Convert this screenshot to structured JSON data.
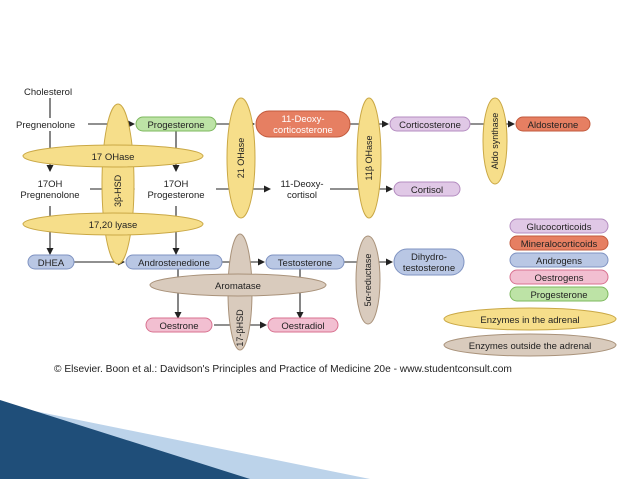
{
  "colors": {
    "glucocorticoid": "#e0c8e6",
    "glucocorticoid_border": "#b48cc0",
    "mineralocorticoid": "#e67f62",
    "mineralocorticoid_border": "#c25a3c",
    "androgen": "#b9c7e4",
    "androgen_border": "#7f93c2",
    "oestrogen": "#f2bfd1",
    "oestrogen_border": "#d8708f",
    "progesterone": "#bde3a6",
    "progesterone_border": "#7db85e",
    "adrenal_enzyme": "#f6de8a",
    "adrenal_enzyme_border": "#caa845",
    "outside_enzyme": "#d9cbbd",
    "outside_enzyme_border": "#a9927a",
    "slide_blue": "#1f4e79",
    "slide_light_blue": "#bcd3ea"
  },
  "compounds": {
    "cholesterol": "Cholesterol",
    "pregnenolone": "Pregnenolone",
    "progesterone": "Progesterone",
    "deoxycorticosterone_1": "11-Deoxy-",
    "deoxycorticosterone_2": "corticosterone",
    "corticosterone": "Corticosterone",
    "aldosterone": "Aldosterone",
    "oh_pregnenolone_1": "17OH",
    "oh_pregnenolone_2": "Pregnenolone",
    "oh_progesterone_1": "17OH",
    "oh_progesterone_2": "Progesterone",
    "deoxycortisol_1": "11-Deoxy-",
    "deoxycortisol_2": "cortisol",
    "cortisol": "Cortisol",
    "dhea": "DHEA",
    "androstenedione": "Androstenedione",
    "testosterone": "Testosterone",
    "dht_1": "Dihydro-",
    "dht_2": "testosterone",
    "oestrone": "Oestrone",
    "oestradiol": "Oestradiol"
  },
  "enzymes": {
    "oh17": "17 OHase",
    "lyase": "17,20 lyase",
    "hsd3b": "3β-HSD",
    "oh21": "21 OHase",
    "oh11b": "11β OHase",
    "aldo_synthase": "Aldo synthase",
    "aromatase": "Aromatase",
    "hsd17b": "17-βHSD",
    "reductase": "5α-reductase"
  },
  "legend": {
    "glucocorticoids": "Glucocorticoids",
    "mineralocorticoids": "Mineralocorticoids",
    "androgens": "Androgens",
    "oestrogens": "Oestrogens",
    "progesterone": "Progesterone",
    "adrenal": "Enzymes in the adrenal",
    "outside": "Enzymes outside the adrenal"
  },
  "credit": "© Elsevier. Boon et al.: Davidson's Principles and Practice of Medicine 20e - www.studentconsult.com"
}
